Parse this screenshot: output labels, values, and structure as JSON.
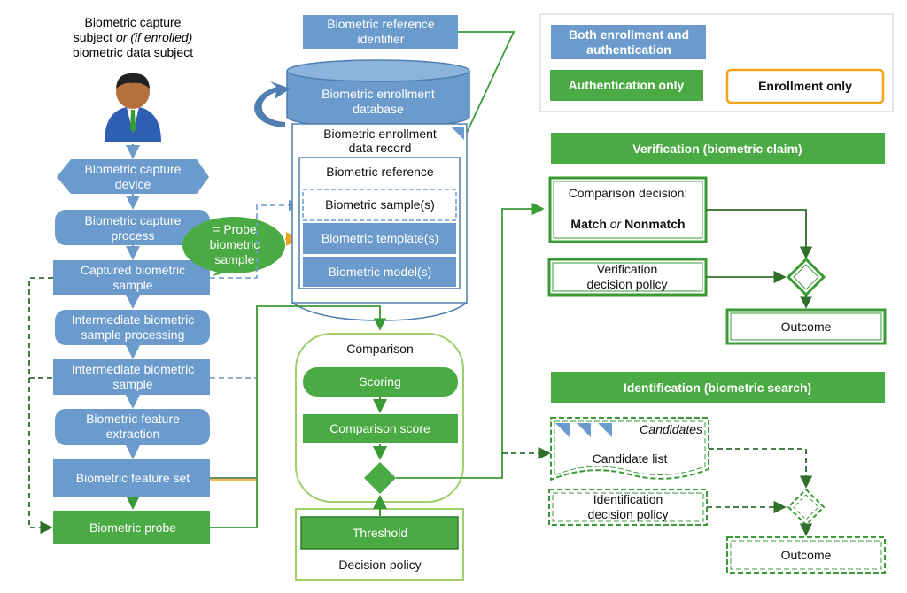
{
  "colors": {
    "blue": "#6b9bcc",
    "blue_dark": "#4f7fb0",
    "green": "#4aaa43",
    "green_dark": "#2f7d2b",
    "orange": "#f2a31e"
  },
  "subject": {
    "line1": "Biometric capture",
    "line2_a": "subject ",
    "line2_or": "or",
    "line2_b": " (if enrolled)",
    "line3": "biometric data subject",
    "icon": "person-icon"
  },
  "left_flow": {
    "capture_device": [
      "Biometric capture",
      "device"
    ],
    "capture_process": [
      "Biometric capture",
      "process"
    ],
    "captured_sample": [
      "Captured biometric",
      "sample"
    ],
    "intermediate_processing": [
      "Intermediate biometric",
      "sample processing"
    ],
    "intermediate_sample": [
      "Intermediate biometric",
      "sample"
    ],
    "feature_extraction": [
      "Biometric feature",
      "extraction"
    ],
    "feature_set": "Biometric  feature set",
    "probe": "Biometric  probe"
  },
  "probe_callout": [
    "= Probe",
    "biometric",
    "sample"
  ],
  "reference_identifier": [
    "Biometric  reference",
    "identifier"
  ],
  "database": [
    "Biometric  enrollment",
    "database"
  ],
  "data_record": {
    "title": [
      "Biometric  enrollment",
      "data record"
    ],
    "reference": "Biometric  reference",
    "samples": "Biometric  sample(s)",
    "template": "Biometric  template(s)",
    "model": "Biometric  model(s)"
  },
  "comparison": {
    "title": "Comparison",
    "scoring": "Scoring",
    "score": "Comparison score",
    "threshold": "Threshold",
    "decision_policy": "Decision policy"
  },
  "legend": {
    "both": [
      "Both enrollment and",
      "authentication"
    ],
    "auth_only": "Authentication only",
    "enroll_only": "Enrollment only"
  },
  "verification": {
    "header": "Verification (biometric claim)",
    "decision_title": "Comparison decision:",
    "decision_match": "Match ",
    "decision_or": "or",
    "decision_nonmatch": " Nonmatch",
    "policy": [
      "Verification",
      "decision policy"
    ],
    "outcome": "Outcome"
  },
  "identification": {
    "header": "Identification (biometric search)",
    "candidates_caption": "Candidates",
    "candidate_list": "Candidate list",
    "policy": [
      "Identification",
      "decision policy"
    ],
    "outcome": "Outcome"
  }
}
